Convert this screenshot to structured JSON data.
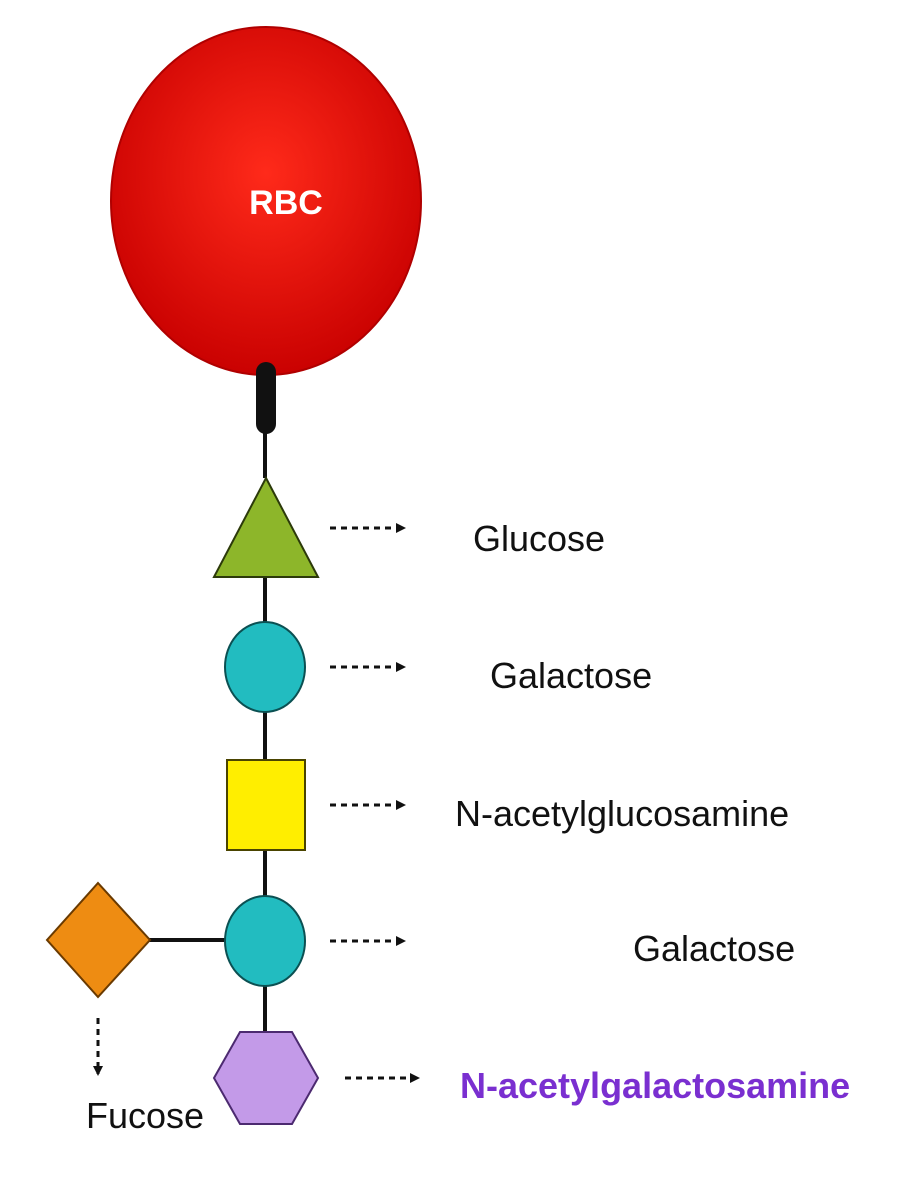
{
  "cell": {
    "label": "RBC",
    "color": "#d40000"
  },
  "chain": [
    {
      "shape": "triangle",
      "color": "#8db62a",
      "label": "Glucose"
    },
    {
      "shape": "circle",
      "color": "#22bcc0",
      "label": "Galactose"
    },
    {
      "shape": "square",
      "color": "#ffee00",
      "label": "N-acetylglucosamine"
    },
    {
      "shape": "circle",
      "color": "#22bcc0",
      "label": "Galactose"
    },
    {
      "shape": "hexagon",
      "color": "#c39ae8",
      "label": "N-acetylgalactosamine",
      "label_color": "#7a2fd0"
    }
  ],
  "branch": {
    "shape": "diamond",
    "color": "#ee8c12",
    "label": "Fucose"
  }
}
